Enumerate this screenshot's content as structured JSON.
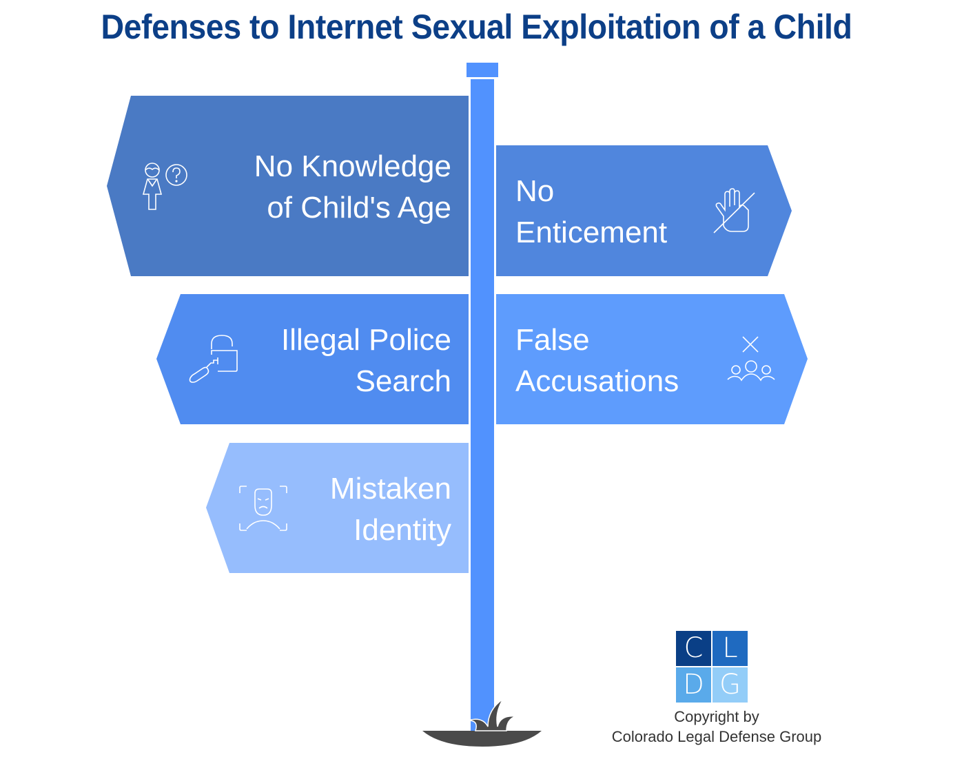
{
  "title": "Defenses to Internet Sexual Exploitation of a Child",
  "colors": {
    "title": "#0c3f87",
    "pole": "#5192fe",
    "ground": "#4a4a4a",
    "sign_1": "#4a7ac4",
    "sign_2": "#5086dd",
    "sign_3": "#508cf0",
    "sign_4": "#5e9cfd",
    "sign_5": "#96bdfd"
  },
  "signs": [
    {
      "id": "no-knowledge",
      "direction": "left",
      "lines": [
        "No Knowledge",
        "of Child's Age"
      ],
      "icon": "child-question-icon"
    },
    {
      "id": "no-enticement",
      "direction": "right",
      "lines": [
        "No",
        "Enticement"
      ],
      "icon": "hand-crossed-icon"
    },
    {
      "id": "illegal-search",
      "direction": "left",
      "lines": [
        "Illegal Police",
        "Search"
      ],
      "icon": "lock-pick-icon"
    },
    {
      "id": "false-accusations",
      "direction": "right",
      "lines": [
        "False",
        "Accusations"
      ],
      "icon": "group-x-icon"
    },
    {
      "id": "mistaken-identity",
      "direction": "left",
      "lines": [
        "Mistaken",
        "Identity"
      ],
      "icon": "face-scan-icon"
    }
  ],
  "logo": {
    "letters": [
      "C",
      "L",
      "D",
      "G"
    ],
    "colors": [
      "#0a3f86",
      "#1f6ac0",
      "#5aaaea",
      "#93cdf8"
    ]
  },
  "copyright": {
    "line1": "Copyright by",
    "line2": "Colorado Legal Defense Group"
  }
}
